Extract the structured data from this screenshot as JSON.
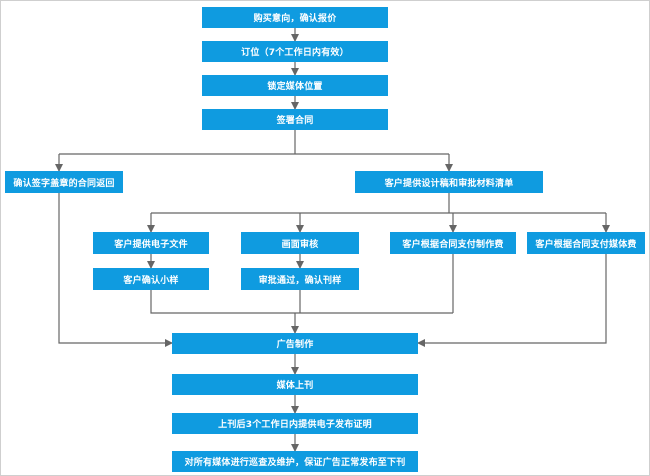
{
  "flowchart": {
    "nodes": {
      "purchase_intent": "购买意向，确认报价",
      "booking": "订位（7个工作日内有效）",
      "lock_media": "锁定媒体位置",
      "sign_contract": "签署合同",
      "confirm_signed": "确认签字盖章的合同返回",
      "provide_design": "客户提供设计稿和审批材料清单",
      "provide_e_file": "客户提供电子文件",
      "screen_review": "画面审核",
      "pay_production": "客户根据合同支付制作费",
      "pay_media": "客户根据合同支付媒体费",
      "confirm_proof": "客户确认小样",
      "approved": "审批通过，确认刊样",
      "ad_production": "广告制作",
      "media_publish": "媒体上刊",
      "proof_certificate": "上刊后3个工作日内提供电子发布证明",
      "inspection": "对所有媒体进行巡查及维护，保证广告正常发布至下刊"
    },
    "colors": {
      "node_fill": "#0f9be0",
      "node_text": "#ffffff",
      "connector": "#666666"
    }
  }
}
